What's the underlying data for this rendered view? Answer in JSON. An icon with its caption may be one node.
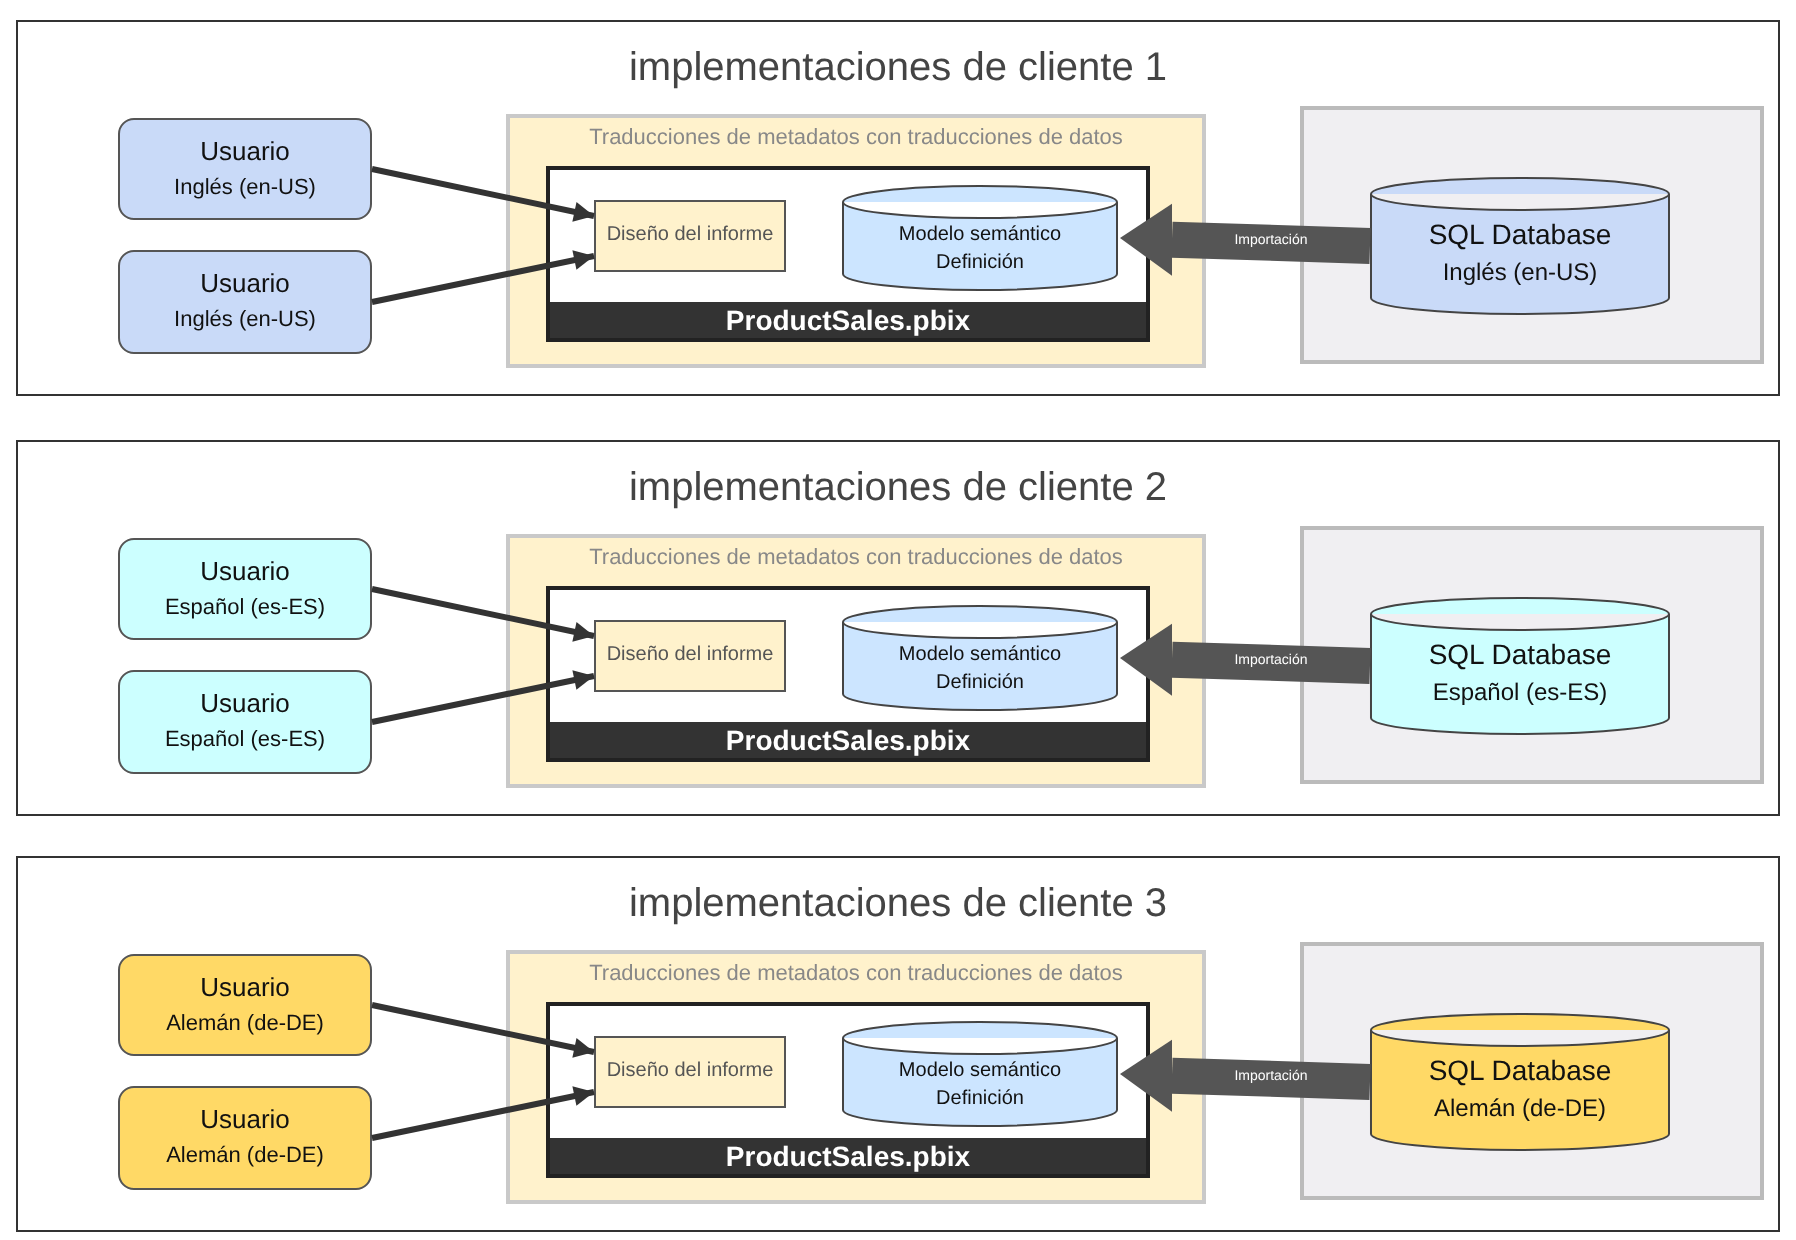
{
  "diagram": {
    "nodes": [
      {
        "text": [
          "implementaciones de cliente 1"
        ]
      },
      {
        "text": [
          "Usuario",
          "Inglés (en-US)"
        ],
        "in": 0
      },
      {
        "text": [
          "Usuario",
          "Inglés (en-US)"
        ],
        "in": 0
      },
      {
        "text": [
          "Traducciones de metadatos con traducciones de datos"
        ],
        "in": 0
      },
      {
        "text": [
          "ProductSales.pbix"
        ],
        "in": 3
      },
      {
        "text": [
          "Diseño del informe"
        ],
        "in": 4
      },
      {
        "text": [
          "Modelo semántico",
          "Definición"
        ],
        "in": 4
      },
      {
        "text": [],
        "shape": "box",
        "in": 0
      },
      {
        "text": [
          "SQL Database",
          "Inglés (en-US)"
        ],
        "in": 7
      },
      {
        "text": [
          "implementaciones de cliente 2"
        ]
      },
      {
        "text": [
          "Usuario",
          "Español (es-ES)"
        ],
        "in": 9
      },
      {
        "text": [
          "Usuario",
          "Español (es-ES)"
        ],
        "in": 9
      },
      {
        "text": [
          "Traducciones de metadatos con traducciones de datos"
        ],
        "in": 9
      },
      {
        "text": [
          "ProductSales.pbix"
        ],
        "in": 12
      },
      {
        "text": [
          "Diseño del informe"
        ],
        "in": 13
      },
      {
        "text": [
          "Modelo semántico",
          "Definición"
        ],
        "in": 13
      },
      {
        "text": [],
        "shape": "box",
        "in": 9
      },
      {
        "text": [
          "SQL Database",
          "Español (es-ES)"
        ],
        "in": 16
      },
      {
        "text": [
          "implementaciones de cliente 3"
        ]
      },
      {
        "text": [
          "Usuario",
          "Alemán (de-DE)"
        ],
        "in": 18
      },
      {
        "text": [
          "Usuario",
          "Alemán (de-DE)"
        ],
        "in": 18
      },
      {
        "text": [
          "Traducciones de metadatos con traducciones de datos"
        ],
        "in": 18
      },
      {
        "text": [
          "ProductSales.pbix"
        ],
        "in": 21
      },
      {
        "text": [
          "Diseño del informe"
        ],
        "in": 22
      },
      {
        "text": [
          "Modelo semántico",
          "Definición"
        ],
        "in": 22
      },
      {
        "text": [],
        "shape": "box",
        "in": 18
      },
      {
        "text": [
          "SQL Database",
          "Alemán (de-DE)"
        ],
        "in": 25
      }
    ],
    "edges": [
      {
        "from": 1,
        "to": 5,
        "arrow": "to"
      },
      {
        "from": 2,
        "to": 5,
        "arrow": "to"
      },
      {
        "from": 8,
        "to": 6,
        "arrow": "to",
        "label": "Importación",
        "style": "thick",
        "color": "#555555"
      },
      {
        "from": 10,
        "to": 14,
        "arrow": "to"
      },
      {
        "from": 11,
        "to": 14,
        "arrow": "to"
      },
      {
        "from": 17,
        "to": 15,
        "arrow": "to",
        "label": "Importación",
        "style": "thick",
        "color": "#555555"
      },
      {
        "from": 19,
        "to": 23,
        "arrow": "to"
      },
      {
        "from": 20,
        "to": 23,
        "arrow": "to"
      },
      {
        "from": 26,
        "to": 24,
        "arrow": "to",
        "label": "Importación",
        "style": "thick",
        "color": "#555555"
      }
    ]
  }
}
